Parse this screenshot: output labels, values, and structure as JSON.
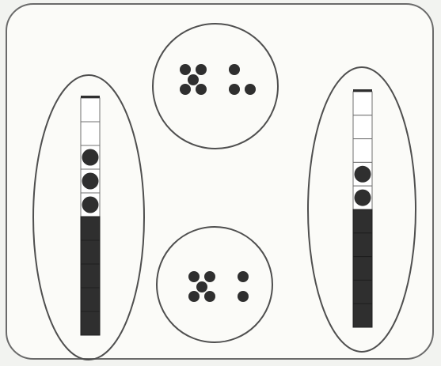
{
  "colors": {
    "paper": "#f2f3f0",
    "card": "#fbfbf8",
    "outline": "#4f4f4f",
    "fill": "#2f2f2f",
    "cell_border": "#707070"
  },
  "bars": {
    "left": {
      "total_cells": 10,
      "filled_cells": 5,
      "counters": 3,
      "empty_cells": 2
    },
    "right": {
      "total_cells": 10,
      "filled_cells": 5,
      "counters": 2,
      "empty_cells": 3
    }
  },
  "dot_groups": {
    "top": {
      "cluster": 5,
      "pair": 2,
      "single": 1,
      "total": 8
    },
    "bottom": {
      "cluster": 5,
      "pair": 1,
      "single": 1,
      "total": 7
    }
  }
}
